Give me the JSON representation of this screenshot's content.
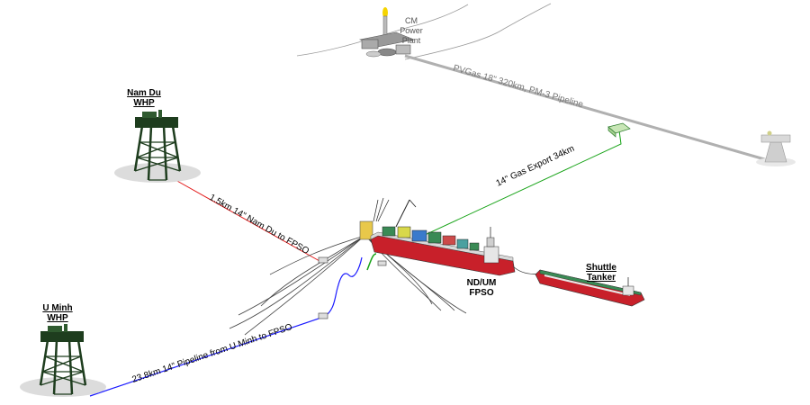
{
  "colors": {
    "red_line": "#e31919",
    "blue_line": "#1a1aff",
    "green_line": "#17a317",
    "gray_line": "#b0b0b0",
    "jacket": "#1e3d1e",
    "hull": "#c8202a",
    "deck": "#3a8a55"
  },
  "facilities": {
    "nam_du": {
      "name": "Nam Du",
      "type": "WHP"
    },
    "u_minh": {
      "name": "U Minh",
      "type": "WHP"
    },
    "fpso": {
      "line1": "ND/UM",
      "line2": "FPSO"
    },
    "shuttle": {
      "line1": "Shuttle",
      "line2": "Tanker"
    },
    "power_plant": {
      "line1": "CM",
      "line2": "Power",
      "line3": "Plant"
    }
  },
  "pipelines": {
    "nam_du_to_fpso": "1.5km 14\" Nam Du to FPSO",
    "u_minh_to_fpso": "23.8km 14\" Pipeline from U Minh to FPSO",
    "gas_export": "14\" Gas Export 34km",
    "pvgas": "PVGas 18\" 320km, PM-3 Pipeline"
  },
  "icons": [
    "platform-jacket-icon",
    "fpso-vessel-icon",
    "shuttle-tanker-icon",
    "power-plant-icon",
    "subsea-manifold-icon",
    "remote-platform-icon"
  ]
}
